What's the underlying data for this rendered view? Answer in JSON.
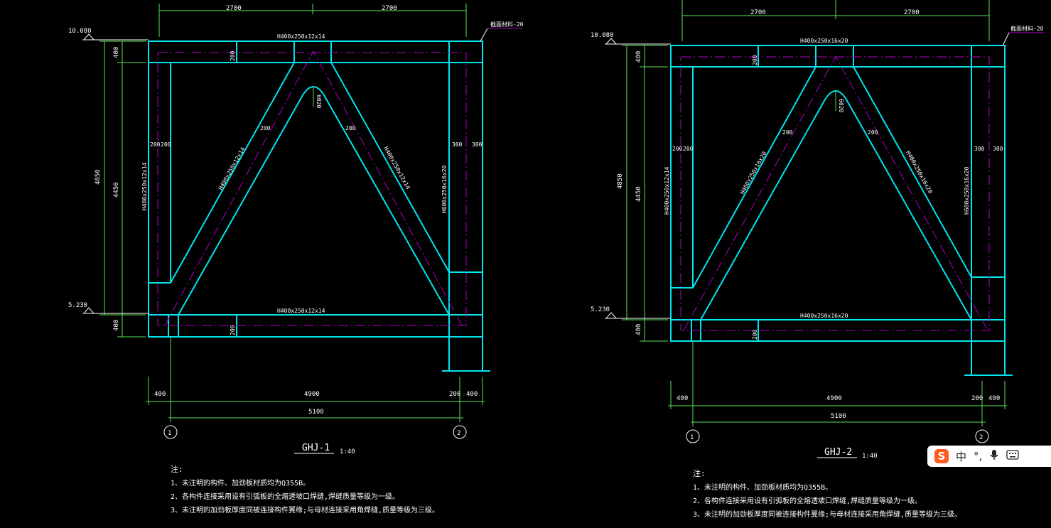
{
  "drawings": [
    {
      "id": "ghj1",
      "title": "GHJ-1",
      "scale": "1:40",
      "elev_top": "10.080",
      "elev_bottom": "5.230",
      "top_dims": [
        "2700",
        "2700"
      ],
      "corner_note": "截面材料-20",
      "top_beam": "H400x250x12x14",
      "bottom_beam": "H400x250x12x14",
      "left_column": "H400x250x12x14",
      "right_column": "H600x250x16x20",
      "left_diag": "H400x250x12x14",
      "right_diag": "H400x250x12x14",
      "vert_dims": {
        "total": "4850",
        "inner": "4450",
        "top": "400",
        "bottom": "400"
      },
      "small_200": "200",
      "small_300": "300",
      "apex": "6020",
      "bottom_dims": {
        "left": "400",
        "middle": "4900",
        "right_a": "200",
        "right_b": "400",
        "total": "5100"
      },
      "axis_labels": [
        "1",
        "2"
      ],
      "notes": {
        "heading": "注:",
        "lines": [
          "1、未注明的构件、加劲板材质均为Q355B。",
          "2、各构件连接采用设有引弧板的全熔透坡口焊缝,焊缝质量等级为一级。",
          "3、未注明的加劲板厚度同被连接构件翼缘;与母材连接采用角焊缝,质量等级为三级。"
        ]
      }
    },
    {
      "id": "ghj2",
      "title": "GHJ-2",
      "scale": "1:40",
      "elev_top": "10.080",
      "elev_bottom": "5.230",
      "top_dims": [
        "2700",
        "2700"
      ],
      "corner_note": "截面材料-20",
      "top_beam": "H400x250x16x20",
      "bottom_beam": "H400x250x16x20",
      "left_column": "H400x250x12x14",
      "right_column": "H600x250x16x20",
      "left_diag": "H400x250x16x20",
      "right_diag": "H400x250x16x20",
      "vert_dims": {
        "total": "4850",
        "inner": "4450",
        "top": "400",
        "bottom": "400"
      },
      "small_200": "200",
      "small_300": "300",
      "apex": "6020",
      "bottom_dims": {
        "left": "400",
        "middle": "4900",
        "right_a": "200",
        "right_b": "400",
        "total": "5100"
      },
      "axis_labels": [
        "1",
        "2"
      ],
      "notes": {
        "heading": "注:",
        "lines": [
          "1、未注明的构件、加劲板材质均为Q355B。",
          "2、各构件连接采用设有引弧板的全熔透坡口焊缝,焊缝质量等级为一级。",
          "3、未注明的加劲板厚度同被连接构件翼缘;与母材连接采用角焊缝,质量等级为三级。"
        ]
      }
    }
  ],
  "ime_toolbar": {
    "logo": "S",
    "mode": "中",
    "punct": "°,",
    "mic_icon": "microphone-icon",
    "keyboard_icon": "keyboard-icon"
  },
  "colors": {
    "background": "#000000",
    "member": "#00e5ee",
    "centerline": "#b000c8",
    "dimension": "#56e556",
    "text": "#ffffff"
  }
}
